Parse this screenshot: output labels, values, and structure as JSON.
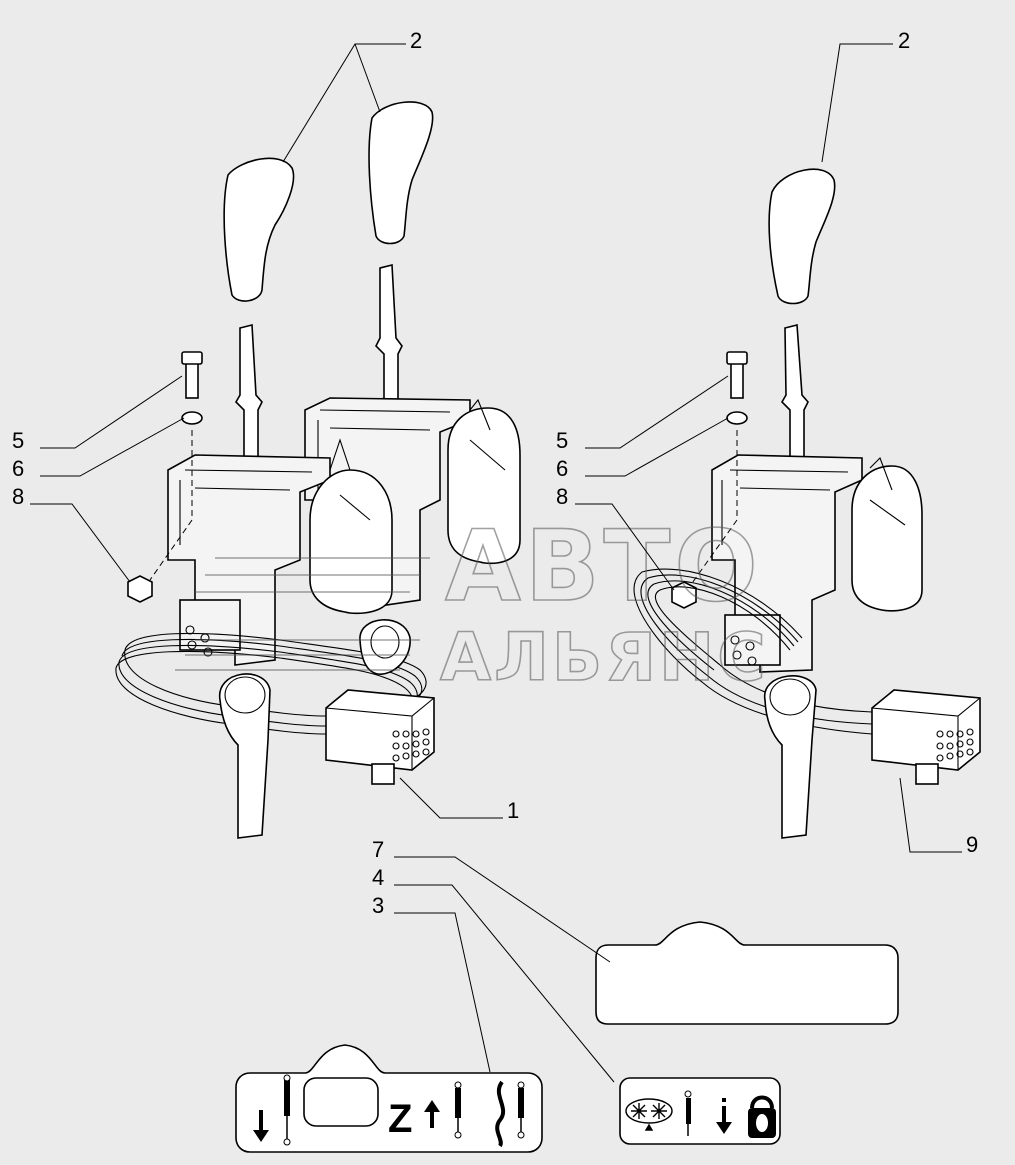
{
  "callouts": {
    "c1": "1",
    "c2a": "2",
    "c2b": "2",
    "c3": "3",
    "c4": "4",
    "c5a": "5",
    "c5b": "5",
    "c6a": "6",
    "c6b": "6",
    "c7": "7",
    "c8a": "8",
    "c8b": "8",
    "c9": "9"
  },
  "watermark": {
    "line1": "АВТО",
    "line2": "АЛЬЯНС"
  },
  "decal_left_letter": "Z"
}
